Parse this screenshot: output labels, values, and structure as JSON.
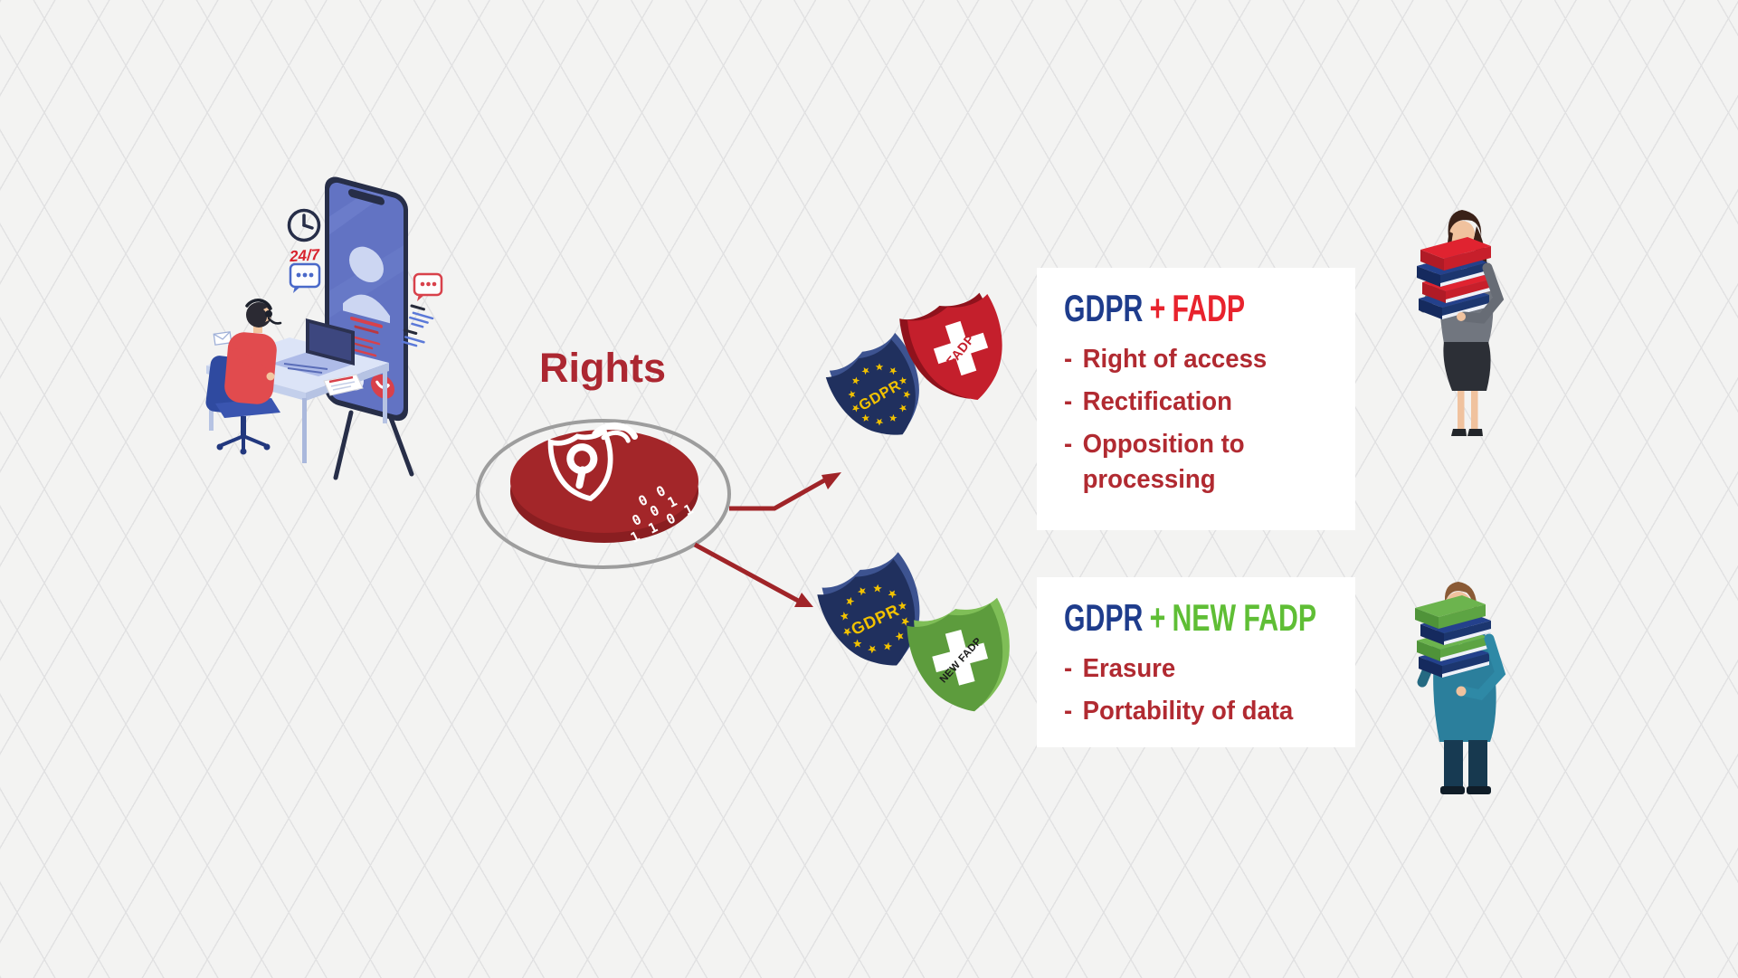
{
  "heading": {
    "label": "Rights"
  },
  "bullet": "-",
  "support": {
    "availability_badge": "24/7"
  },
  "hub": {
    "binary_rows": [
      "0 0",
      "0 0 1",
      "1 1 0 1"
    ]
  },
  "groups": [
    {
      "title": {
        "gdpr": "GDPR",
        "plus": "+",
        "law": "FADP"
      },
      "items": [
        "Right of access",
        "Rectification",
        "Opposition to processing"
      ],
      "shield_left_label": "GDPR",
      "shield_right_label": "FADP"
    },
    {
      "title": {
        "gdpr": "GDPR",
        "plus": "+",
        "law": "NEW FADP"
      },
      "items": [
        "Erasure",
        "Portability of data"
      ],
      "shield_left_label": "GDPR",
      "shield_right_label": "NEW FADP"
    }
  ],
  "icons": {
    "hub": "lock-shield-icon",
    "left_shields": "eu-stars-shield-icon",
    "right_shield_top": "swiss-cross-shield-icon",
    "right_shield_bottom": "green-cross-shield-icon",
    "support": [
      "clock-icon",
      "chat-bubble-icon",
      "answer-call-icon",
      "decline-call-icon",
      "avatar-icon"
    ]
  },
  "colors": {
    "background": "#f3f3f2",
    "grid_line": "#e1e1e2",
    "heading_red": "#ac2731",
    "list_red": "#b12a31",
    "gdpr_blue": "#1e3c8c",
    "fadp_red": "#e8232d",
    "new_fadp_green": "#5fbe35",
    "arrow_red": "#a02428",
    "disc_red": "#a32629",
    "eu_shield_navy": "#20305e",
    "star_yellow": "#f2c200",
    "swiss_shield_red": "#c41f2c",
    "green_shield": "#5d9c3d",
    "panel_white": "#ffffff"
  }
}
